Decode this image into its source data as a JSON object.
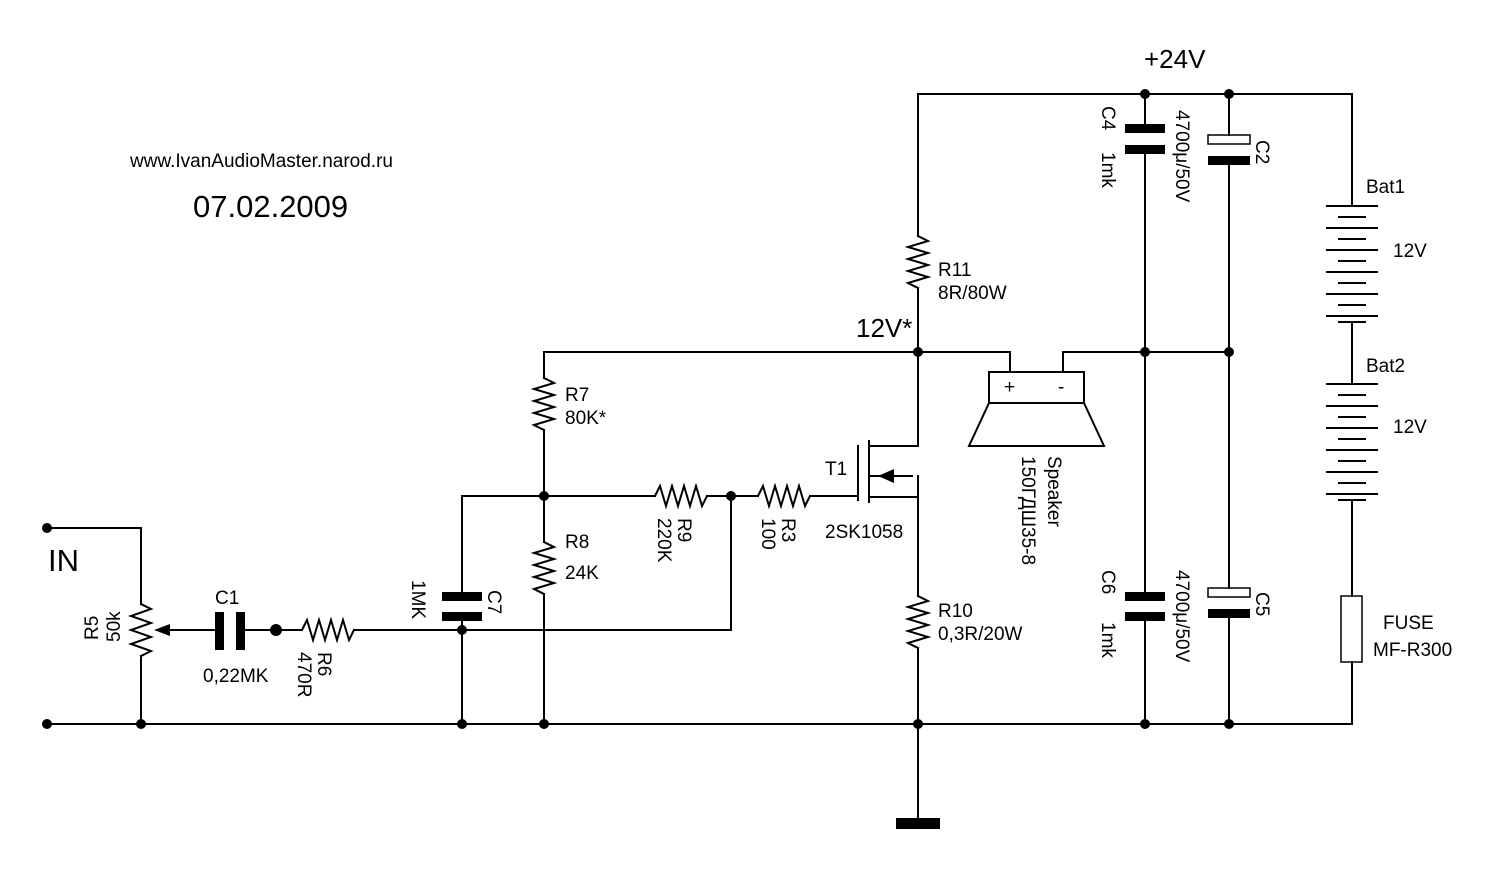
{
  "header": {
    "website": "www.IvanAudioMaster.narod.ru",
    "date": "07.02.2009"
  },
  "nets": {
    "supply": "+24V",
    "mid": "12V*",
    "input": "IN"
  },
  "components": {
    "r5": {
      "ref": "R5",
      "value": "50k"
    },
    "c1": {
      "ref": "C1",
      "value": "0,22MK"
    },
    "r6": {
      "ref": "R6",
      "value": "470R"
    },
    "c7": {
      "ref": "C7",
      "value": "1MK"
    },
    "r7": {
      "ref": "R7",
      "value": "80K*"
    },
    "r8": {
      "ref": "R8",
      "value": "24K"
    },
    "r9": {
      "ref": "R9",
      "value": "220K"
    },
    "r3": {
      "ref": "R3",
      "value": "100"
    },
    "t1": {
      "ref": "T1",
      "value": "2SK1058"
    },
    "r11": {
      "ref": "R11",
      "value": "8R/80W"
    },
    "r10": {
      "ref": "R10",
      "value": "0,3R/20W"
    },
    "speaker": {
      "ref": "Speaker",
      "value": "150ГДШ35-8",
      "plus": "+",
      "minus": "-"
    },
    "c4": {
      "ref": "C4",
      "value": "1mk"
    },
    "c2": {
      "ref": "C2",
      "value": "4700μ/50V"
    },
    "c6": {
      "ref": "C6",
      "value": "1mk"
    },
    "c5": {
      "ref": "C5",
      "value": "4700μ/50V"
    },
    "bat1": {
      "ref": "Bat1",
      "value": "12V"
    },
    "bat2": {
      "ref": "Bat2",
      "value": "12V"
    },
    "fuse": {
      "ref": "FUSE",
      "value": "MF-R300"
    }
  }
}
